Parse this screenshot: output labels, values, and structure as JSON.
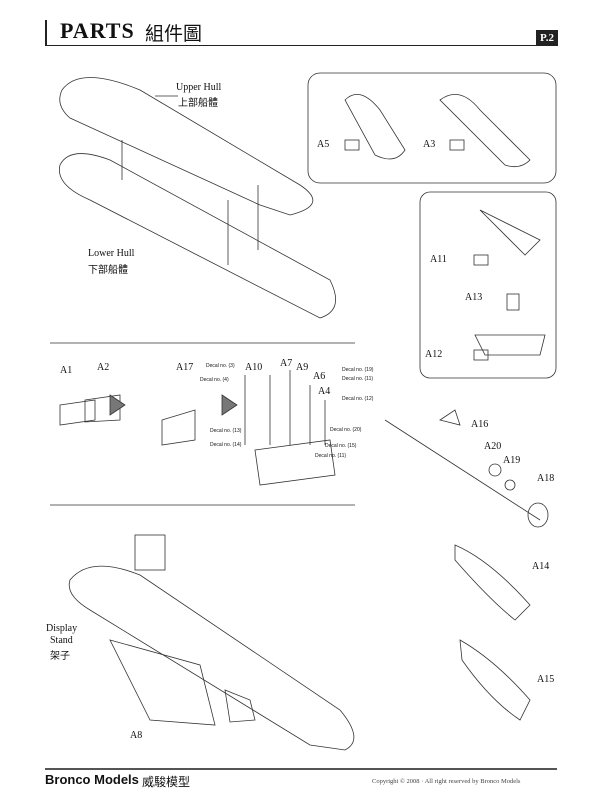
{
  "header": {
    "title": "PARTS",
    "title_cn": "組件圖",
    "page": "P.2"
  },
  "hull": {
    "upper_en": "Upper Hull",
    "upper_cn": "上部船體",
    "lower_en": "Lower Hull",
    "lower_cn": "下部船體"
  },
  "parts": {
    "a1": "A1",
    "a2": "A2",
    "a3": "A3",
    "a4": "A4",
    "a5": "A5",
    "a6": "A6",
    "a7": "A7",
    "a8": "A8",
    "a9": "A9",
    "a10": "A10",
    "a11": "A11",
    "a12": "A12",
    "a13": "A13",
    "a14": "A14",
    "a15": "A15",
    "a16": "A16",
    "a17": "A17",
    "a18": "A18",
    "a19": "A19",
    "a20": "A20"
  },
  "decals": [
    "Decal no. (3)",
    "Decal no. (4)",
    "Decal no. (19)",
    "Decal no. (11)",
    "Decal no. (12)",
    "Decal no. (20)",
    "Decal no. (13)",
    "Decal no. (14)",
    "Decal no. (15)",
    "Decal no. (11)"
  ],
  "stand": {
    "en1": "Display",
    "en2": "Stand",
    "cn": "架子"
  },
  "footer": {
    "brand": "Bronco Models",
    "brand_cn": "威駿模型",
    "copyright": "Copyright © 2008 · All right reserved by Bronco Models"
  }
}
